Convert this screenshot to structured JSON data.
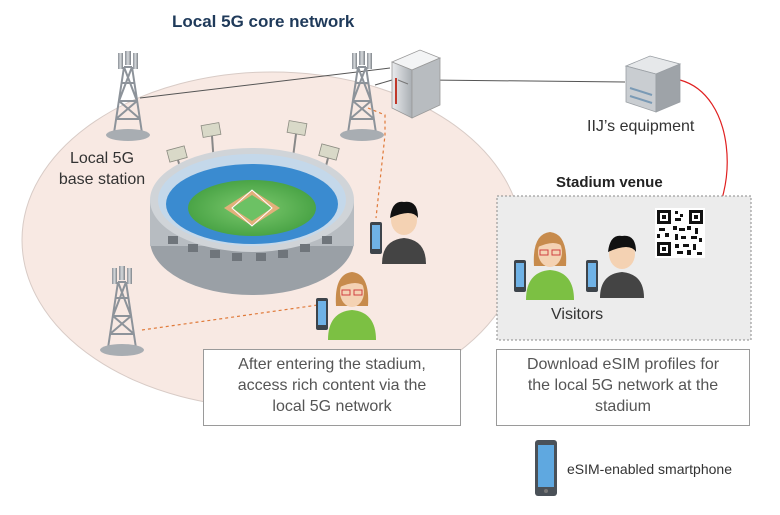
{
  "title": "Local 5G core network",
  "base_station_label_line1": "Local 5G",
  "base_station_label_line2": "base station",
  "equipment_label": "IIJ’s equipment",
  "venue_title": "Stadium venue",
  "visitors_label": "Visitors",
  "stadium_box": {
    "line1": "After entering the stadium,",
    "line2": "access rich content via the",
    "line3": "local 5G network"
  },
  "download_box": {
    "line1": "Download  eSIM profiles for",
    "line2": "the local 5G network at the",
    "line3": "stadium"
  },
  "legend_label": "eSIM-enabled smartphone",
  "colors": {
    "ellipse_fill": "#f8e9e3",
    "title": "#1f3a5a",
    "red_arrow": "#e02020",
    "orange_dashed": "#e07a3a",
    "person_green": "#7cc043",
    "person_dark": "#444444"
  },
  "icons": [
    "antenna-tower-icon",
    "server-icon",
    "equipment-box-icon",
    "qr-code-icon",
    "stadium-icon",
    "person-icon",
    "smartphone-icon"
  ]
}
